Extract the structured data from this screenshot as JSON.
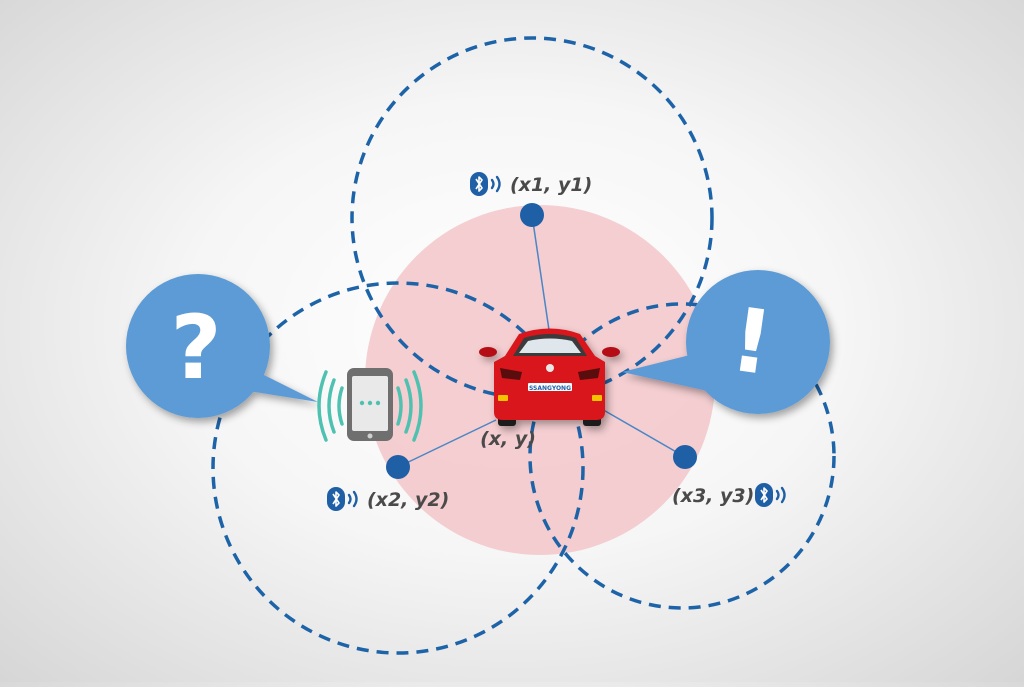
{
  "beacons": [
    {
      "id": "beacon-1",
      "coord_label": "(x1, y1)"
    },
    {
      "id": "beacon-2",
      "coord_label": "(x2, y2)"
    },
    {
      "id": "beacon-3",
      "coord_label": "(x3, y3)"
    }
  ],
  "target": {
    "coord_label": "(x, y)",
    "plate_text": "SSANGYONG"
  },
  "speech_bubbles": {
    "left_symbol": "?",
    "right_symbol": "!"
  },
  "colors": {
    "dashed_circle": "#1d63a8",
    "beacon_dot": "#1f5fa6",
    "zone_fill": "#f2c6c9",
    "bubble_fill": "#5b9bd5",
    "car_body": "#d8141c",
    "bluetooth_icon": "#1f5fa6",
    "signal_waves": "#4fc1b1"
  },
  "icons": [
    "bluetooth-icon",
    "smartphone-icon",
    "car-icon",
    "question-mark-icon",
    "exclamation-mark-icon"
  ]
}
